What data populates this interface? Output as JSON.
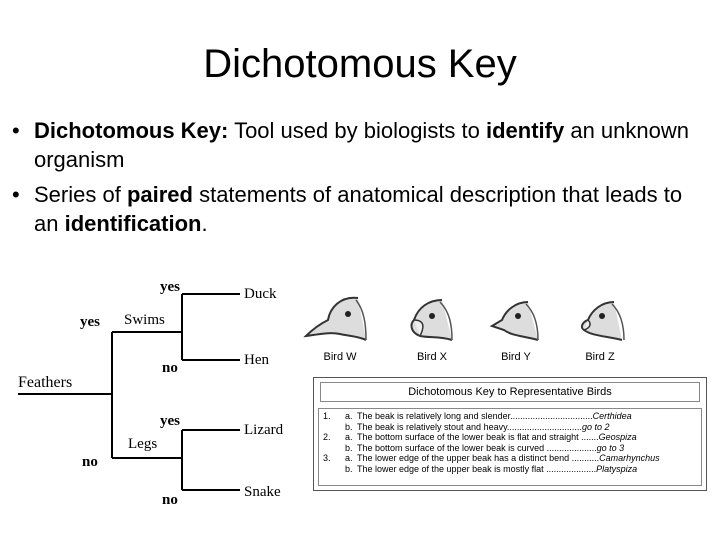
{
  "slide": {
    "title": "Dichotomous Key",
    "bullets": [
      {
        "term": "Dichotomous Key:",
        "text_a": " Tool used by biologists to ",
        "emph": "identify",
        "text_b": " an unknown organism"
      },
      {
        "text_a": "Series of ",
        "emph": "paired",
        "text_b": " statements of anatomical description that leads to an ",
        "emph2": "identification",
        "text_c": "."
      }
    ],
    "bullet_glyph": "•"
  },
  "tree": {
    "root": "Feathers",
    "swims": "Swims",
    "legs": "Legs",
    "yes1": "yes",
    "yes2": "yes",
    "yes3": "yes",
    "no1": "no",
    "no2": "no",
    "no3": "no",
    "duck": "Duck",
    "hen": "Hen",
    "lizard": "Lizard",
    "snake": "Snake"
  },
  "birds": [
    "Bird W",
    "Bird X",
    "Bird Y",
    "Bird Z"
  ],
  "key_table": {
    "title": "Dichotomous Key to Representative Birds",
    "rows": [
      {
        "num": "1.",
        "let": "a.",
        "text": "The beak is relatively long and slender.................................",
        "result": "Certhidea"
      },
      {
        "num": "",
        "let": "b.",
        "text": "The beak is relatively stout and heavy..............................",
        "result": "go to 2"
      },
      {
        "num": "2.",
        "let": "a.",
        "text": "The bottom surface of the lower beak is flat and straight .......",
        "result": "Geospiza"
      },
      {
        "num": "",
        "let": "b.",
        "text": "The bottom surface of the lower beak is curved ....................",
        "result": "go to 3"
      },
      {
        "num": "3.",
        "let": "a.",
        "text": "The lower edge of the upper beak has a distinct bend ...........",
        "result": "Camarhynchus"
      },
      {
        "num": "",
        "let": "b.",
        "text": "The lower edge of the upper beak is mostly flat ....................",
        "result": "Platyspiza"
      }
    ]
  }
}
